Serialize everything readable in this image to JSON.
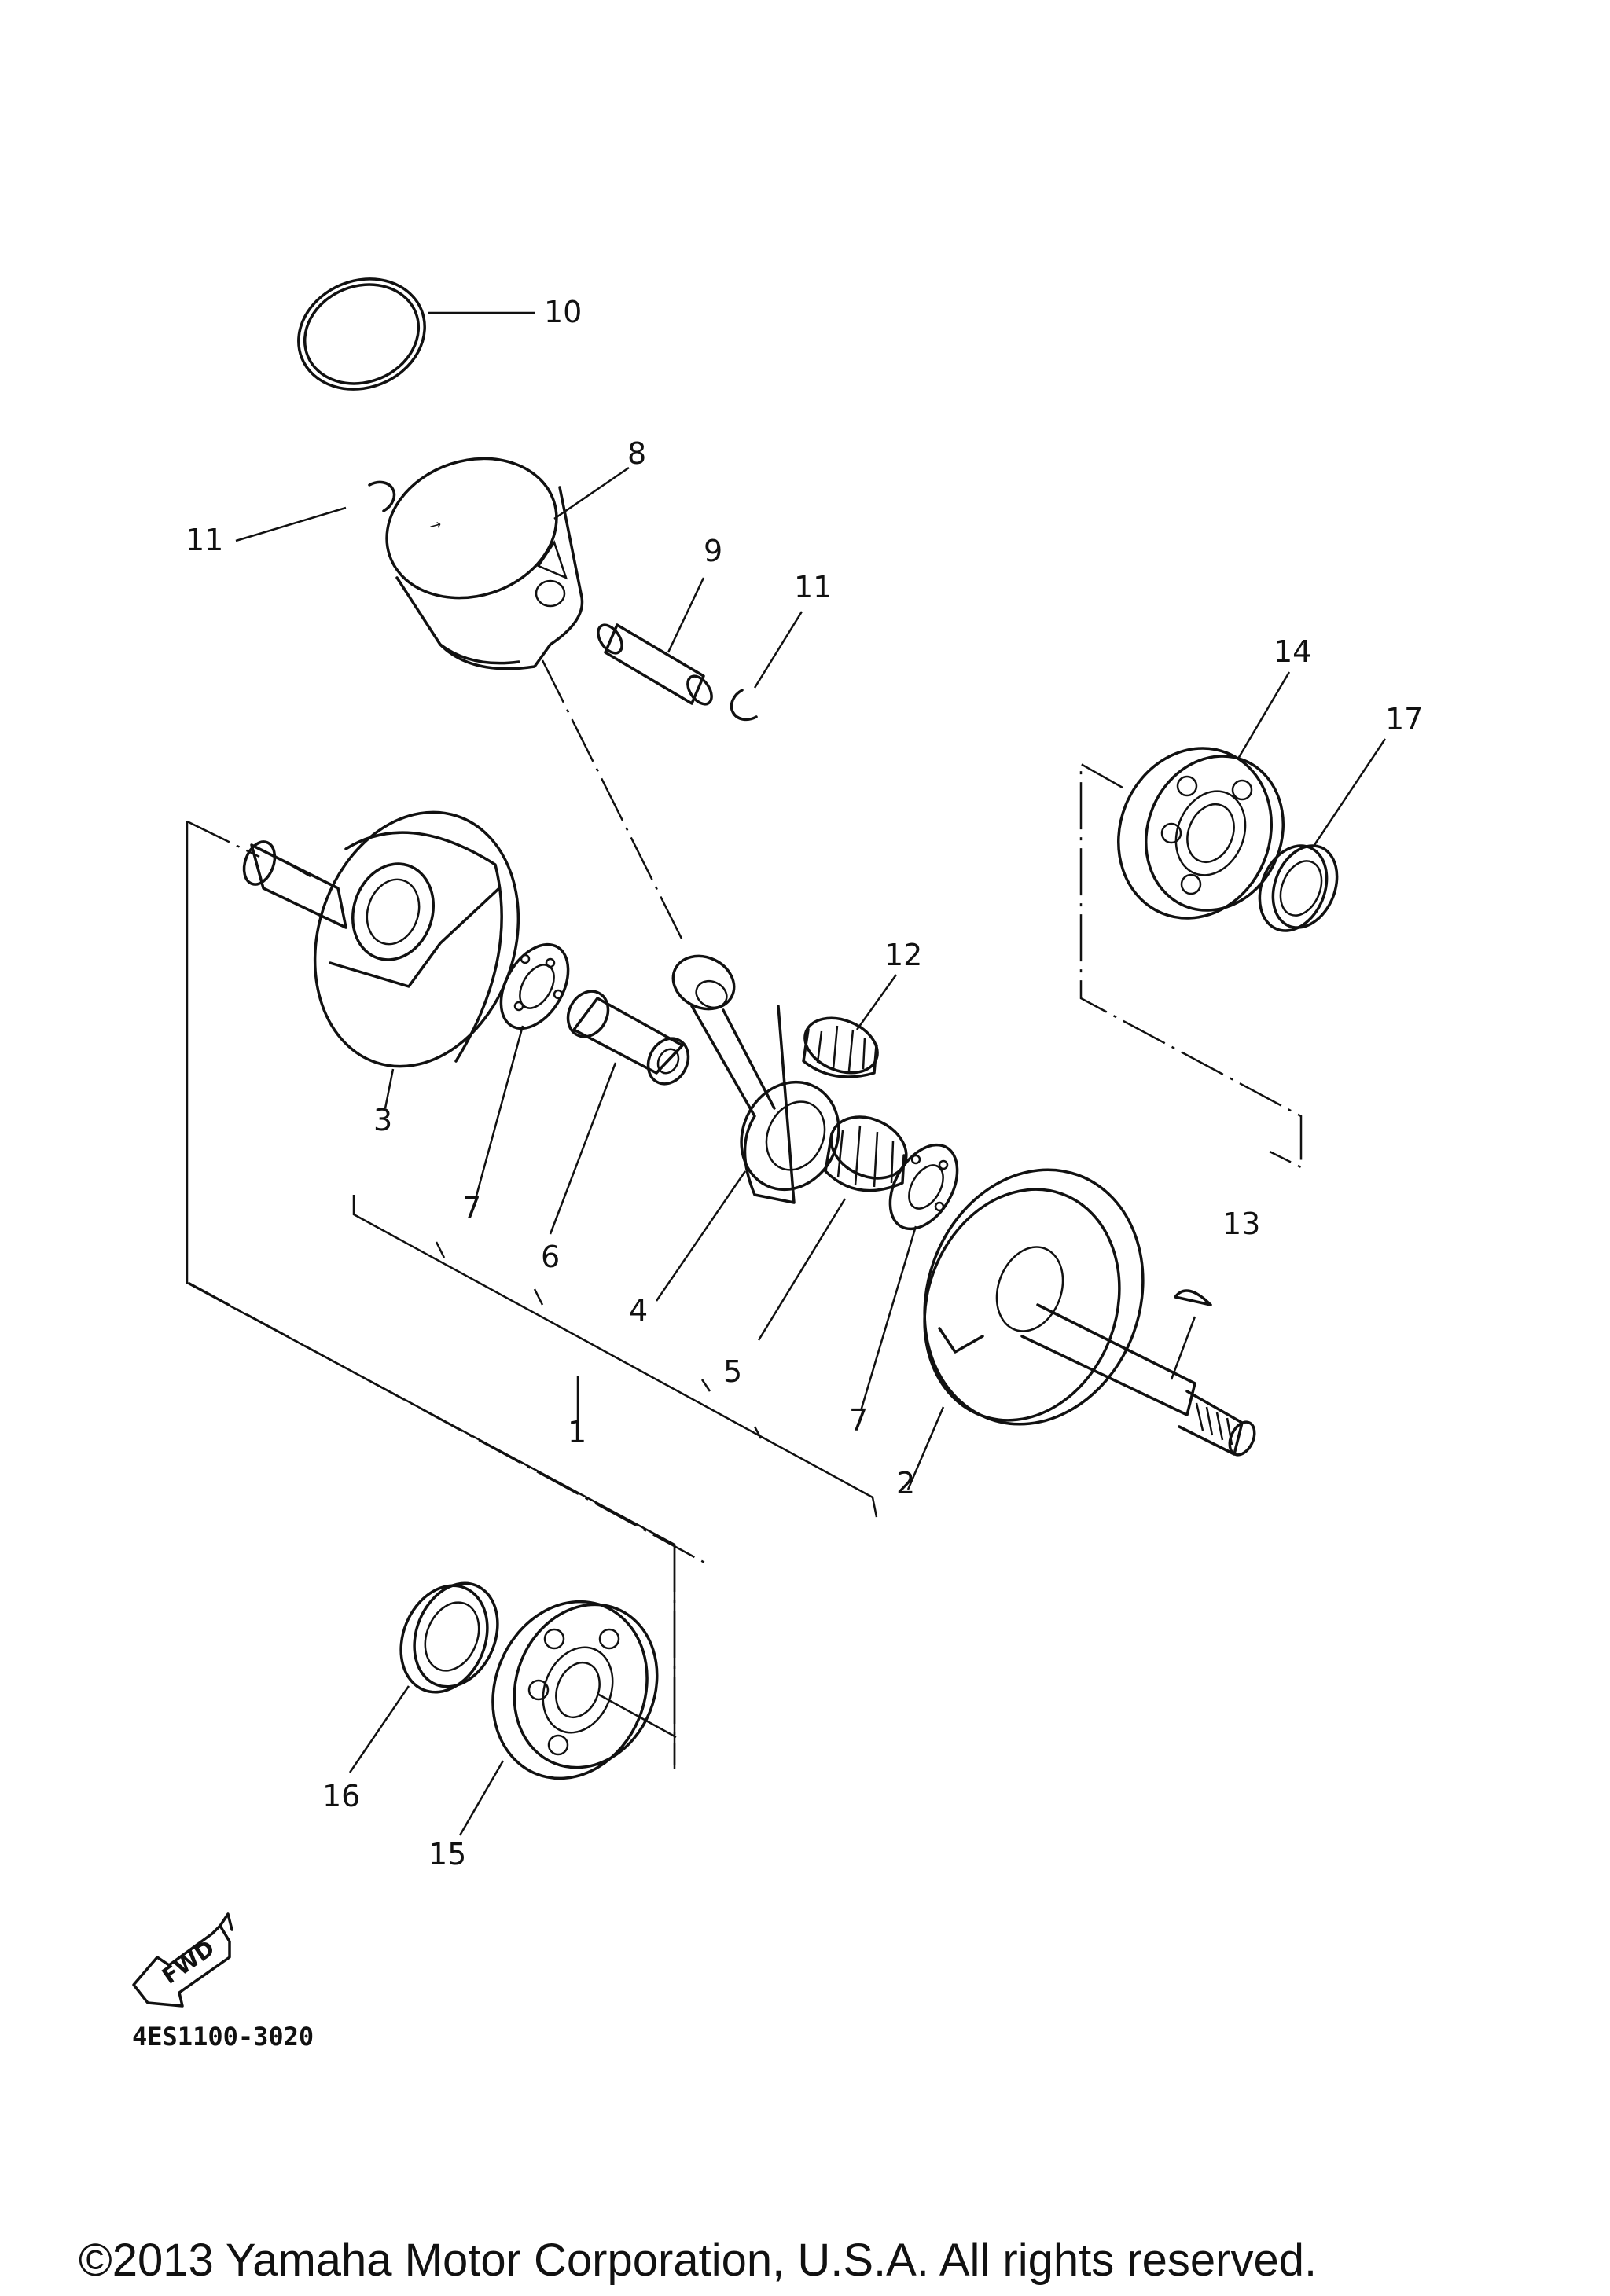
{
  "diagram": {
    "callouts": {
      "p1": "1",
      "p2": "2",
      "p3": "3",
      "p4": "4",
      "p5": "5",
      "p6": "6",
      "p7a": "7",
      "p7b": "7",
      "p8": "8",
      "p9": "9",
      "p10": "10",
      "p11a": "11",
      "p11b": "11",
      "p12": "12",
      "p13": "13",
      "p14": "14",
      "p15": "15",
      "p16": "16",
      "p17": "17"
    },
    "fwd_label": "FWD",
    "diagram_code": "4ES1100-3020",
    "copyright": "©2013 Yamaha Motor Corporation, U.S.A. All rights reserved."
  },
  "colors": {
    "ink": "#111111",
    "background": "#ffffff"
  },
  "icons": [
    "fwd-arrow-icon"
  ]
}
